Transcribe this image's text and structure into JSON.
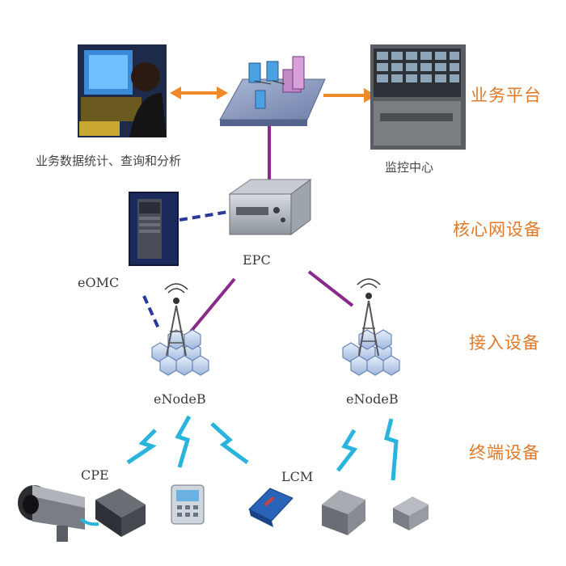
{
  "layers": {
    "business_platform": "业务平台",
    "core_network": "核心网设备",
    "access": "接入设备",
    "terminal": "终端设备"
  },
  "captions": {
    "stats": "业务数据统计、查询和分析",
    "monitor_center": "监控中心"
  },
  "nodes": {
    "epc": "EPC",
    "eomc": "eOMC",
    "enodeb_left": "eNodeB",
    "enodeb_right": "eNodeB",
    "cpe": "CPE",
    "lcm": "LCM"
  },
  "colors": {
    "arrow_orange": "#f08a28",
    "link_purple": "#8a2a8a",
    "link_dashed_blue": "#2a3a9a",
    "wireless_cyan": "#28b4dc",
    "layer_label": "#e07a2a"
  }
}
